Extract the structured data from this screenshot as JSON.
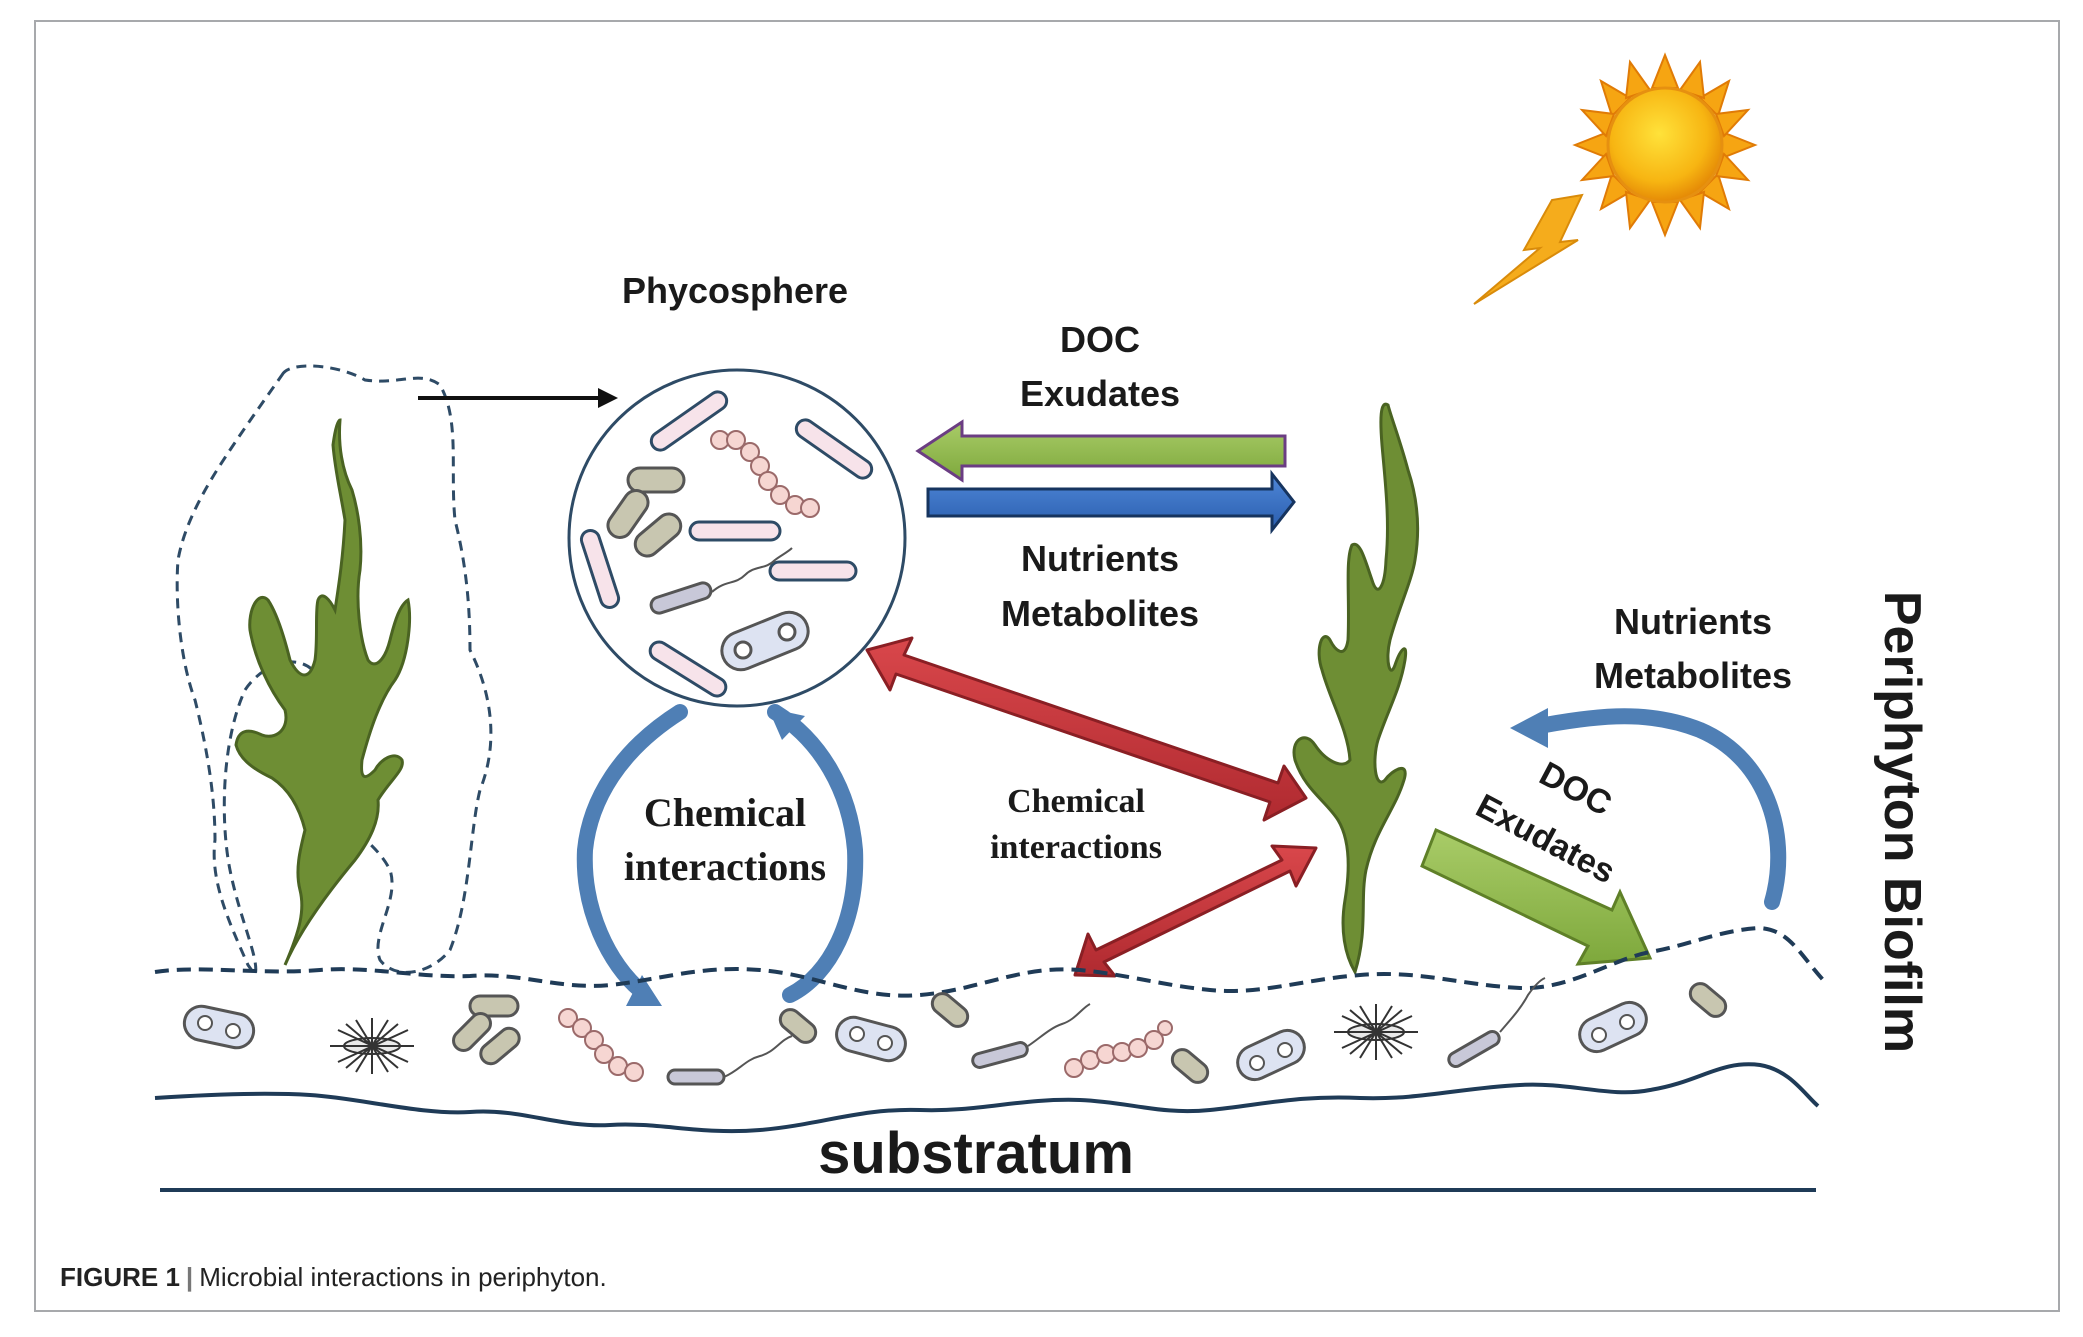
{
  "labels": {
    "phycosphere": "Phycosphere",
    "doc_top": "DOC",
    "exudates_top": "Exudates",
    "nutrients_mid": "Nutrients",
    "metabolites_mid": "Metabolites",
    "nutrients_right": "Nutrients",
    "metabolites_right": "Metabolites",
    "chemical_left_1": "Chemical",
    "chemical_left_2": "interactions",
    "chemical_mid_1": "Chemical",
    "chemical_mid_2": "interactions",
    "doc_right": "DOC",
    "exudates_right": "Exudates",
    "periphyton": "Periphyton Biofilm",
    "substratum": "substratum"
  },
  "caption": {
    "figure": "FIGURE 1",
    "separator": "|",
    "text": "Microbial interactions in periphyton."
  },
  "colors": {
    "algae": "#6e8e34",
    "algae_stroke": "#4a6322",
    "green_arrow": "#8fb84a",
    "blue_arrow": "#3a70c4",
    "red_arrow": "#c7383d",
    "curve_blue": "#4f7fb5",
    "line_dark": "#1f3b57",
    "sun": "#f6b416"
  }
}
